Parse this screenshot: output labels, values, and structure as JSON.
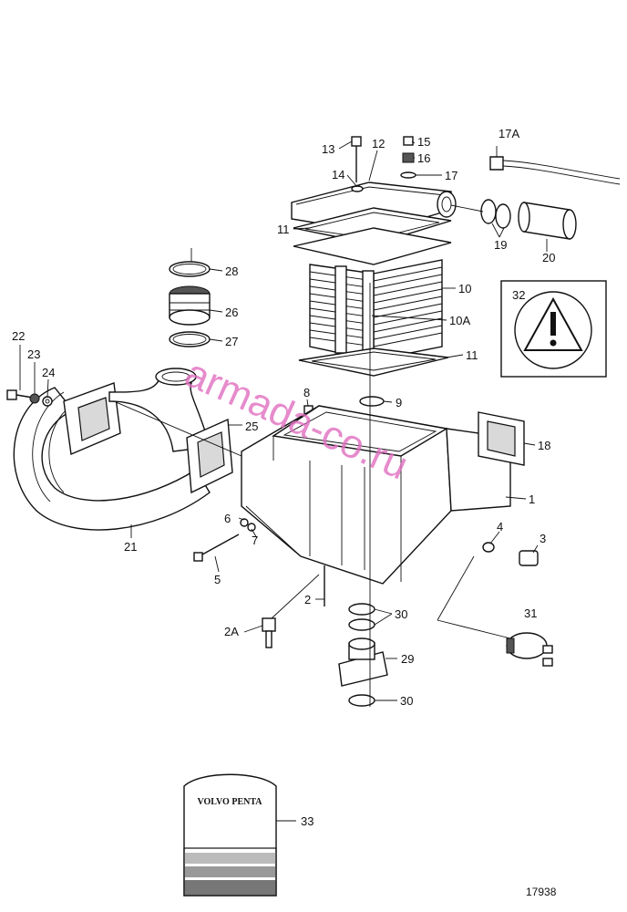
{
  "drawing_number": "17938",
  "watermark": "armada-co.ru",
  "manual_logo": "VOLVO PENTA",
  "labels": [
    {
      "id": "13",
      "text": "13"
    },
    {
      "id": "12",
      "text": "12"
    },
    {
      "id": "15",
      "text": "15"
    },
    {
      "id": "16",
      "text": "16"
    },
    {
      "id": "17A",
      "text": "17A"
    },
    {
      "id": "14",
      "text": "14"
    },
    {
      "id": "17",
      "text": "17"
    },
    {
      "id": "11a",
      "text": "11"
    },
    {
      "id": "19",
      "text": "19"
    },
    {
      "id": "20",
      "text": "20"
    },
    {
      "id": "28",
      "text": "28"
    },
    {
      "id": "10",
      "text": "10"
    },
    {
      "id": "32",
      "text": "32"
    },
    {
      "id": "26",
      "text": "26"
    },
    {
      "id": "10A",
      "text": "10A"
    },
    {
      "id": "27",
      "text": "27"
    },
    {
      "id": "22",
      "text": "22"
    },
    {
      "id": "23",
      "text": "23"
    },
    {
      "id": "11b",
      "text": "11"
    },
    {
      "id": "24",
      "text": "24"
    },
    {
      "id": "8",
      "text": "8"
    },
    {
      "id": "9",
      "text": "9"
    },
    {
      "id": "25",
      "text": "25"
    },
    {
      "id": "18",
      "text": "18"
    },
    {
      "id": "1",
      "text": "1"
    },
    {
      "id": "6",
      "text": "6"
    },
    {
      "id": "7",
      "text": "7"
    },
    {
      "id": "4",
      "text": "4"
    },
    {
      "id": "3",
      "text": "3"
    },
    {
      "id": "21",
      "text": "21"
    },
    {
      "id": "5",
      "text": "5"
    },
    {
      "id": "2",
      "text": "2"
    },
    {
      "id": "30a",
      "text": "30"
    },
    {
      "id": "31",
      "text": "31"
    },
    {
      "id": "2A",
      "text": "2A"
    },
    {
      "id": "29",
      "text": "29"
    },
    {
      "id": "30b",
      "text": "30"
    },
    {
      "id": "33",
      "text": "33"
    }
  ]
}
